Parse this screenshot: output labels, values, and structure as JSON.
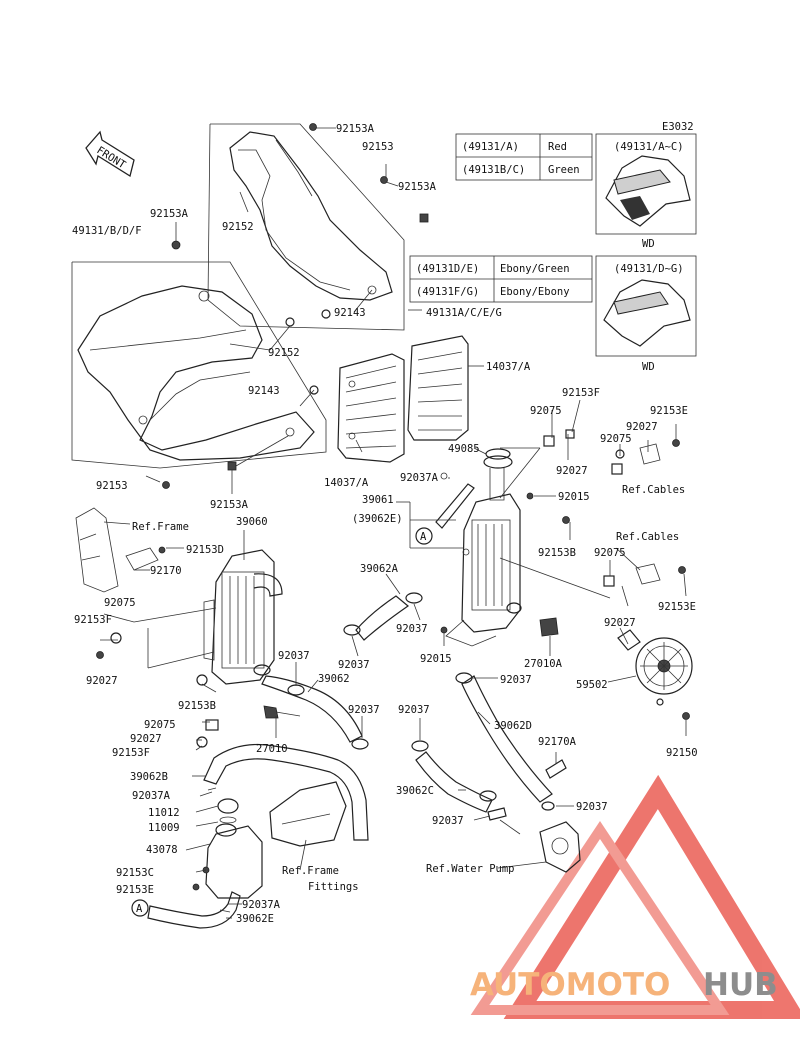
{
  "diagram_code": "E3032",
  "front_label": "FRONT",
  "labels": {
    "l_92153A_top": "92153A",
    "l_92153_top": "92153",
    "l_92153A_mid": "92153A",
    "l_92152_top": "92152",
    "l_92153A_left": "92153A",
    "l_49131BDF": "49131/B/D/F",
    "l_92152_left": "92152",
    "l_92143_top": "92143",
    "l_49131ACEG": "49131A/C/E/G",
    "l_92143_left": "92143",
    "l_14037A_r": "14037/A",
    "l_14037A_l": "14037/A",
    "l_92153_bot": "92153",
    "l_92153A_bot": "92153A",
    "l_49085": "49085",
    "l_92037A_1": "92037A",
    "l_39061": "39061",
    "l_39062E_p": "(39062E)",
    "l_92075_a": "92075",
    "l_92153F_a": "92153F",
    "l_92027_a": "92027",
    "l_92027_b": "92027",
    "l_92075_b": "92075",
    "l_92153E_a": "92153E",
    "l_refcables_1": "Ref.Cables",
    "l_92015_a": "92015",
    "l_92153B_a": "92153B",
    "l_refframe_1": "Ref.Frame",
    "l_39060": "39060",
    "l_92153D": "92153D",
    "l_92170": "92170",
    "l_92075_c": "92075",
    "l_92153F_b": "92153F",
    "l_92027_c": "92027",
    "l_92153B_b": "92153B",
    "l_92075_d": "92075",
    "l_92027_d": "92027",
    "l_92153F_c": "92153F",
    "l_39062A": "39062A",
    "l_92037_a": "92037",
    "l_92037_b": "92037",
    "l_39062_main": "39062",
    "l_92037_c": "92037",
    "l_27010": "27010",
    "l_refcables_2": "Ref.Cables",
    "l_92075_e": "92075",
    "l_92153E_b": "92153E",
    "l_92027_e": "92027",
    "l_92015_b": "92015",
    "l_27010A": "27010A",
    "l_92037_d": "92037",
    "l_59502": "59502",
    "l_92150": "92150",
    "l_92037_e": "92037",
    "l_39062D": "39062D",
    "l_92170A": "92170A",
    "l_39062B": "39062B",
    "l_92037A_2": "92037A",
    "l_11012": "11012",
    "l_11009": "11009",
    "l_43078": "43078",
    "l_92153C": "92153C",
    "l_92153E_c": "92153E",
    "l_92037A_3": "92037A",
    "l_39062E": "39062E",
    "l_refframe_fit": "Ref.Frame",
    "l_fittings": "Fittings",
    "l_39062C": "39062C",
    "l_92037_f": "92037",
    "l_92037_g": "92037",
    "l_refwaterpump": "Ref.Water Pump",
    "l_37_a": "A",
    "l_37_b": "A"
  },
  "color_table_1": [
    {
      "code": "(49131/A)",
      "color": "Red"
    },
    {
      "code": "(49131B/C)",
      "color": "Green"
    }
  ],
  "color_table_2": [
    {
      "code": "(49131D/E)",
      "color": "Ebony/Green"
    },
    {
      "code": "(49131F/G)",
      "color": "Ebony/Ebony"
    }
  ],
  "inset_1": {
    "title": "(49131/A~C)",
    "caption": "WD"
  },
  "inset_2": {
    "title": "(49131/D~G)",
    "caption": "WD"
  },
  "watermark": {
    "part1": "AUTOMOTO",
    "part2": "HUB"
  },
  "colors": {
    "watermark_orange": "#f6b37a",
    "watermark_grey": "#8d8d8d",
    "watermark_red": "#e8483d"
  }
}
